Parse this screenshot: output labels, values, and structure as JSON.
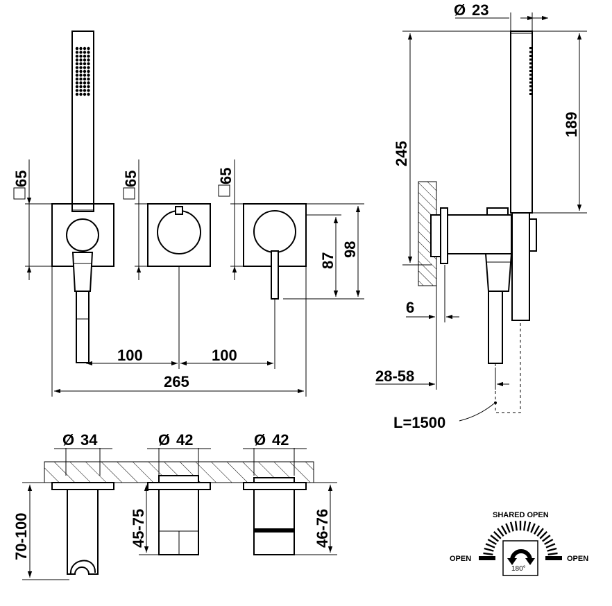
{
  "front_view": {
    "square_65_a": "65",
    "square_65_b": "65",
    "square_65_c": "65",
    "dim_87": "87",
    "dim_98": "98",
    "dim_100_left": "100",
    "dim_100_right": "100",
    "dim_265": "265"
  },
  "side_view": {
    "dia_23": "23",
    "dim_189": "189",
    "dim_245": "245",
    "dim_6": "6",
    "dim_28_58": "28-58",
    "hose_length": "L=1500"
  },
  "bottom_view": {
    "dia_34": "34",
    "dia_42_a": "42",
    "dia_42_b": "42",
    "dim_70_100": "70-100",
    "dim_45_75": "45-75",
    "dim_46_76": "46-76"
  },
  "operation": {
    "shared_open": "SHARED OPEN",
    "open_left": "OPEN",
    "open_right": "OPEN",
    "rotation": "180°"
  }
}
